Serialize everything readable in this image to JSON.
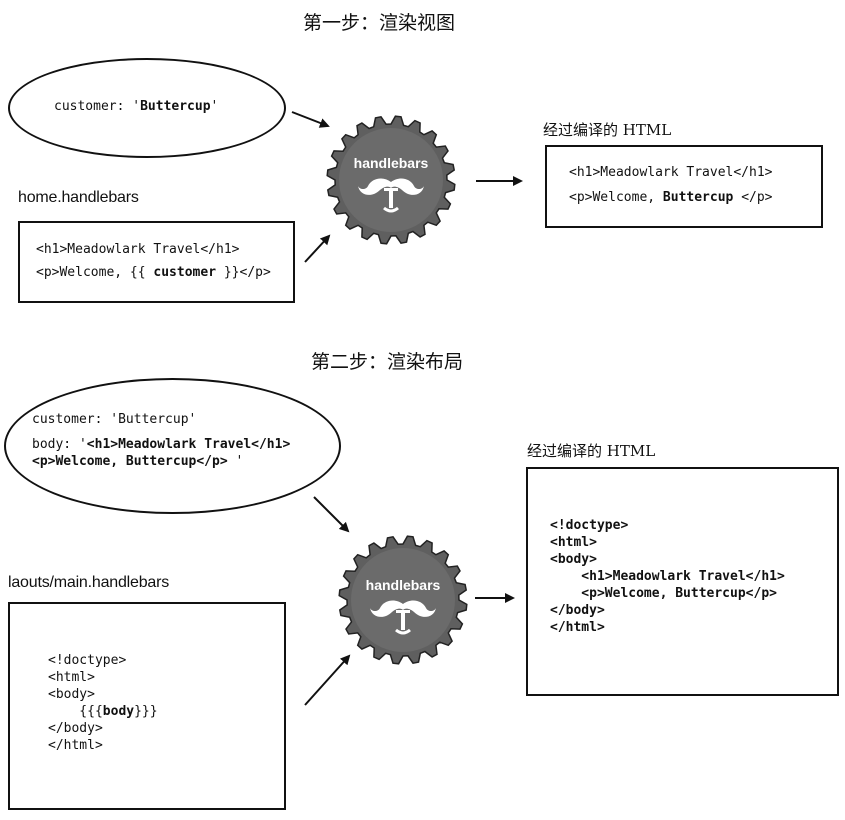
{
  "step1": {
    "title": "第一步：渲染视图",
    "context_pre": "customer: '",
    "context_value": "Buttercup",
    "context_post": "'",
    "template_label": "home.handlebars",
    "template_line1": "<h1>Meadowlark Travel</h1>",
    "template_line2_pre": "<p>Welcome, {{ ",
    "template_line2_var": "customer",
    "template_line2_post": " }}</p>",
    "engine_label": "handlebars",
    "output_label": "经过编译的 HTML",
    "output_line1": "<h1>Meadowlark Travel</h1>",
    "output_line2_pre": "<p>Welcome, ",
    "output_line2_value": "Buttercup",
    "output_line2_post": " </p>"
  },
  "step2": {
    "title": "第二步：渲染布局",
    "context_line1": "customer: 'Buttercup'",
    "context_line2_pre": "body: '",
    "context_line2_bold": "<h1>Meadowlark Travel</h1>",
    "context_line3_bold": "<p>Welcome, Buttercup</p>",
    "context_line3_post": " '",
    "template_label": "laouts/main.handlebars",
    "template_lines": [
      "<!doctype>",
      "<html>",
      "<body>"
    ],
    "template_body_pre": "    {{{",
    "template_body_var": "body",
    "template_body_post": "}}}",
    "template_end_lines": [
      "</body>",
      "</html>"
    ],
    "engine_label": "handlebars",
    "output_label": "经过编译的 HTML",
    "output_lines": [
      "<!doctype>",
      "<html>",
      "<body>",
      "    <h1>Meadowlark Travel</h1>",
      "    <p>Welcome, Buttercup</p>",
      "</body>",
      "</html>"
    ]
  },
  "colors": {
    "gear": "#6b6b6b",
    "gear_text": "#ffffff",
    "stroke": "#111111"
  },
  "icons": [
    "handlebars-gear-icon",
    "mustache-icon",
    "arrow-icon"
  ]
}
